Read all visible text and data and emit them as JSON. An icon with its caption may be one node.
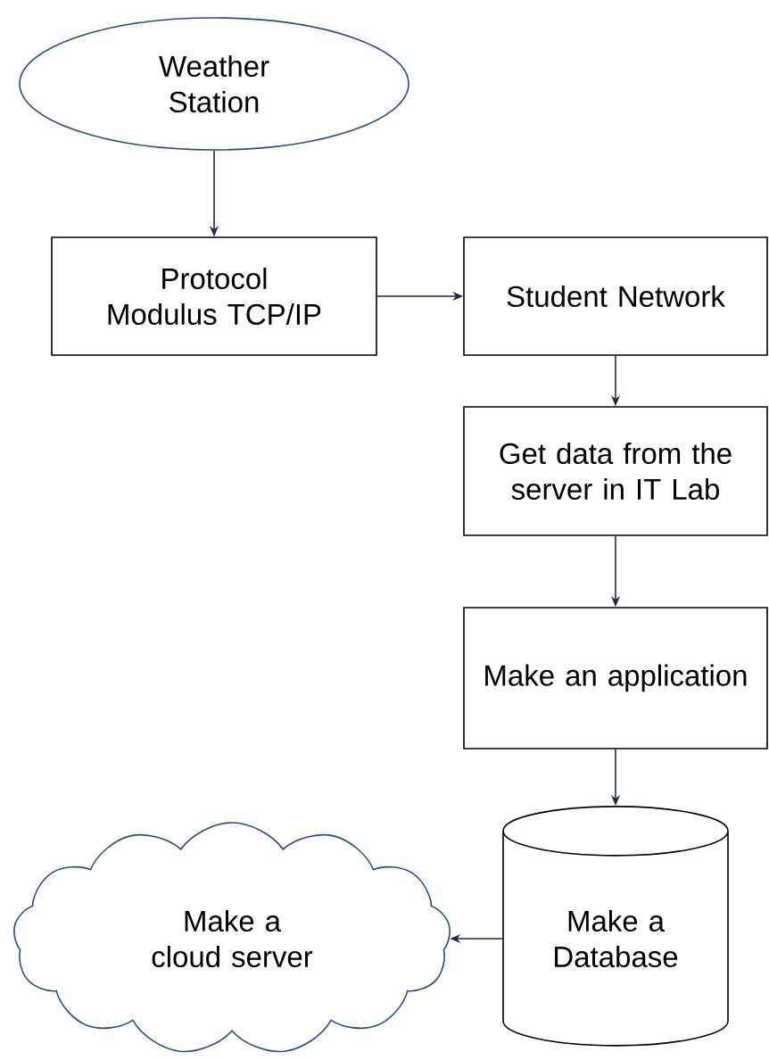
{
  "diagram": {
    "nodes": [
      {
        "text": [
          "Weather Station"
        ]
      },
      {
        "text": [
          "Protocol Modulus TCP/IP"
        ]
      },
      {
        "text": [
          "Student Network"
        ]
      },
      {
        "text": [
          "Get data from the server in IT Lab"
        ]
      },
      {
        "text": [
          "Make an application"
        ]
      },
      {
        "text": [
          "Make a Database"
        ]
      },
      {
        "text": [
          "Make a cloud server"
        ]
      }
    ],
    "edges": [
      {
        "from": 0,
        "to": 1,
        "arrow": "to"
      },
      {
        "from": 1,
        "to": 2,
        "arrow": "to"
      },
      {
        "from": 2,
        "to": 3,
        "arrow": "to"
      },
      {
        "from": 3,
        "to": 4,
        "arrow": "to"
      },
      {
        "from": 4,
        "to": 5,
        "arrow": "to"
      },
      {
        "from": 5,
        "to": 6,
        "arrow": "to"
      }
    ]
  }
}
